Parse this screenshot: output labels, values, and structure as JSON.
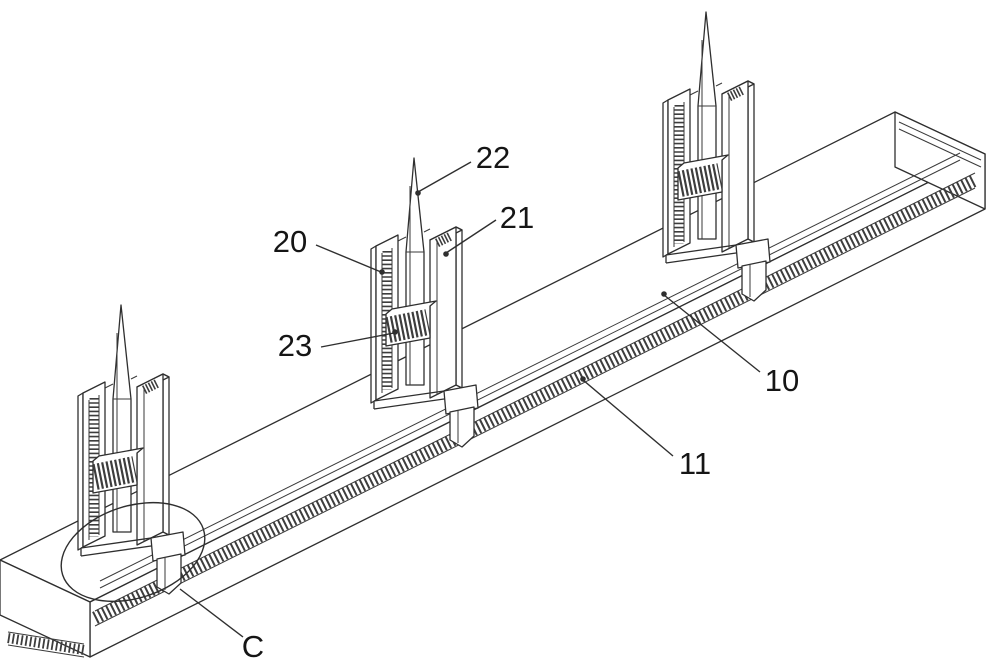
{
  "figure": {
    "background": "#ffffff",
    "line_color": "#2f2f2f",
    "labels": {
      "ref20": "20",
      "ref21": "21",
      "ref22": "22",
      "ref23": "23",
      "ref10": "10",
      "ref11": "11",
      "refC": "C"
    }
  }
}
